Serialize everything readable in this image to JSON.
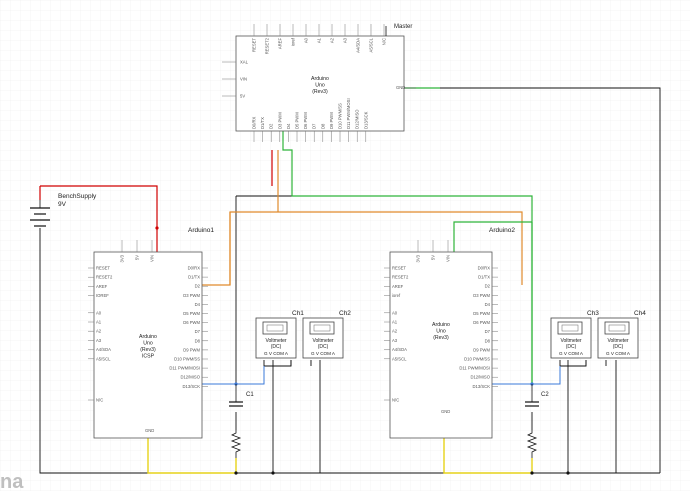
{
  "colors": {
    "grid": "#ececec",
    "wire_black": "#111111",
    "wire_red": "#d00000",
    "wire_orange": "#e08a2c",
    "wire_green": "#2fb43a",
    "wire_yellow": "#e6d21a",
    "wire_blue": "#3a78d8",
    "body_stroke": "#555555"
  },
  "master": {
    "tag": "Master",
    "title": [
      "Arduino",
      "Uno",
      "(Rev3)"
    ],
    "top_pins": [
      "RESET",
      "RESET2",
      "AREF",
      "ioref",
      "A0",
      "A1",
      "A2",
      "A3",
      "A4/SDA",
      "A5/SCL",
      "N/C"
    ],
    "left_pins": [
      "XAL",
      "VIN",
      "5V"
    ],
    "right_pin": "GND",
    "bottom_pins": [
      "D0/RX",
      "D1/TX",
      "D2",
      "D3 PWM",
      "D4",
      "D5 PWM",
      "D6 PWM",
      "D7",
      "D8",
      "D9 PWM",
      "D10 PWM/SS",
      "D11 PWM/MOSI",
      "D12/MISO",
      "D13/SCK"
    ]
  },
  "bench": {
    "name": "BenchSupply",
    "voltage": "9V"
  },
  "arduino1": {
    "name": "Arduino1",
    "title": [
      "Arduino",
      "Uno",
      "(Rev3)",
      "ICSP"
    ],
    "top_pins": [
      "3V3",
      "5V",
      "VIN"
    ],
    "left_pins": [
      "RESET",
      "RESET2",
      "AREF",
      "IOREF",
      "A0",
      "A1",
      "A2",
      "A3",
      "A4/SDA",
      "A5/SCL",
      "N/C"
    ],
    "right_pins": [
      "D0/RX",
      "D1/TX",
      "D2",
      "D3 PWM",
      "D4",
      "D5 PWM",
      "D6 PWM",
      "D7",
      "D8",
      "D9 PWM",
      "D10 PWM/SS",
      "D11 PWM/MOSI",
      "D12/MISO",
      "D13/SCK"
    ],
    "bottom_pin": "GND"
  },
  "arduino2": {
    "name": "Arduino2",
    "title": [
      "Arduino",
      "Uno",
      "(Rev3)"
    ],
    "top_pins": [
      "3V3",
      "5V",
      "VIN"
    ],
    "left_pins": [
      "RESET",
      "RESET2",
      "AREF",
      "ioref",
      "A0",
      "A1",
      "A2",
      "A3",
      "A4/SDA",
      "A5/SCL",
      "N/C"
    ],
    "right_pins": [
      "D0/RX",
      "D1/TX",
      "D2",
      "D3 PWM",
      "D4",
      "D5 PWM",
      "D6 PWM",
      "D7",
      "D8",
      "D9 PWM",
      "D10 PWM/SS",
      "D11 PWM/MOSI",
      "D12/MISO",
      "D13/SCK"
    ],
    "bottom_pin": "GND"
  },
  "capacitors": [
    "C1",
    "C2"
  ],
  "voltmeters": [
    {
      "channel": "Ch1",
      "label": [
        "Voltmeter",
        "(DC)"
      ],
      "pins": "G V  COM  A"
    },
    {
      "channel": "Ch2",
      "label": [
        "Voltmeter",
        "(DC)"
      ],
      "pins": "G V  COM  A"
    },
    {
      "channel": "Ch3",
      "label": [
        "Voltmeter",
        "(DC)"
      ],
      "pins": "G V  COM  A"
    },
    {
      "channel": "Ch4",
      "label": [
        "Voltmeter",
        "(DC)"
      ],
      "pins": "G V  COM  A"
    }
  ],
  "watermark": "na"
}
